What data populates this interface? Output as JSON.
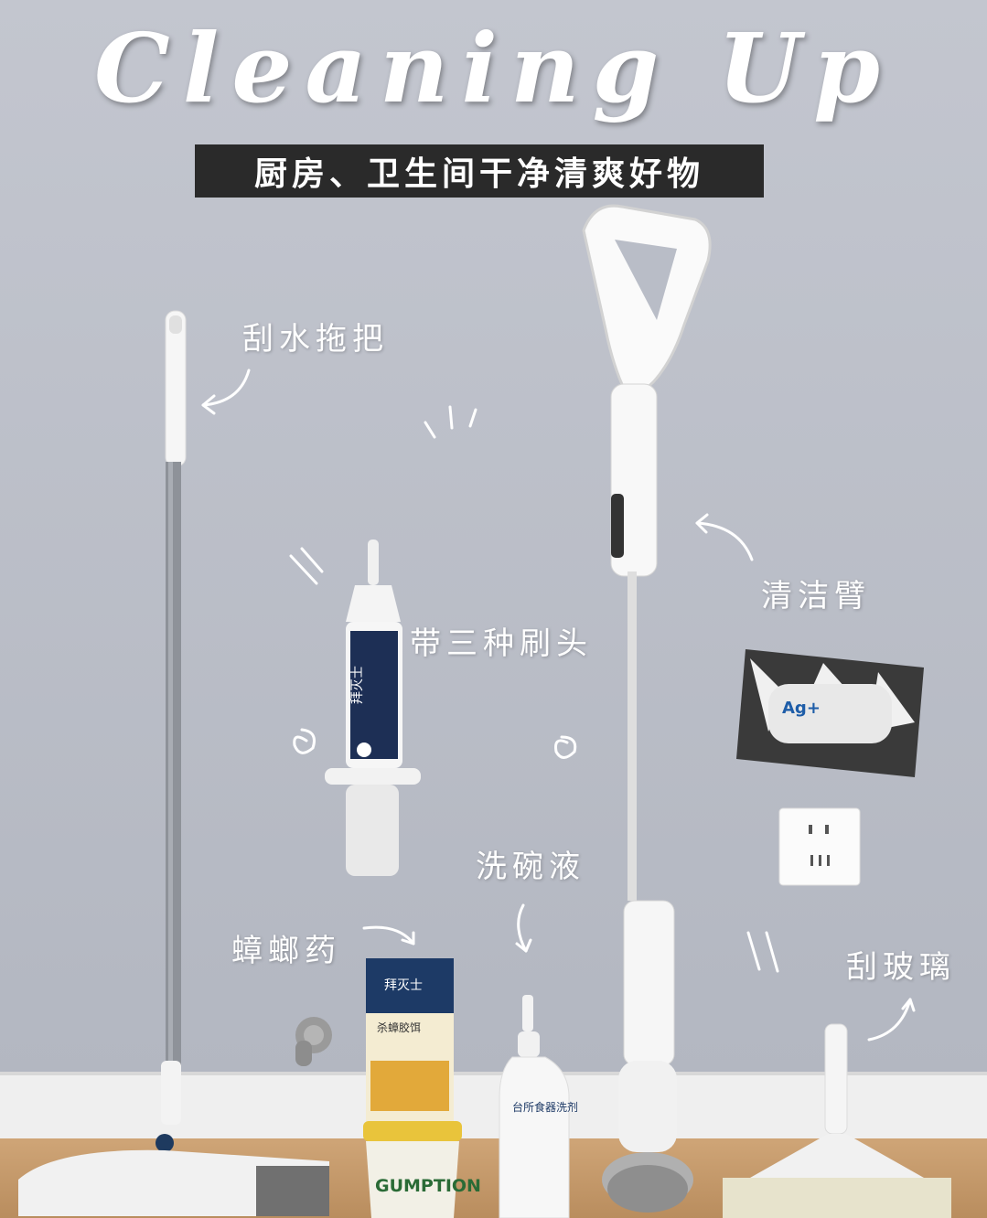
{
  "title": "Cleaning Up",
  "subtitle": "厨房、卫生间干净清爽好物",
  "labels": {
    "mop": "刮水拖把",
    "brush_heads": "带三种刷头",
    "cleaning_arm": "清洁臂",
    "dish_soap": "洗碗液",
    "roach_bait": "蟑螂药",
    "glass_wiper": "刮玻璃"
  },
  "product_text": {
    "gel_brand": "拜灭士",
    "box_brand": "拜灭士",
    "box_name": "杀蟑胶饵",
    "tub_name": "GUMPTION",
    "bottle_brand": "台所食器洗剂",
    "wipes_brand": "Ag+"
  },
  "colors": {
    "wall": "#b9bdc7",
    "baseboard": "#eeeeee",
    "floor": "#c49a6c",
    "label_white": "#ffffff",
    "banner": "#2a2a2a"
  }
}
